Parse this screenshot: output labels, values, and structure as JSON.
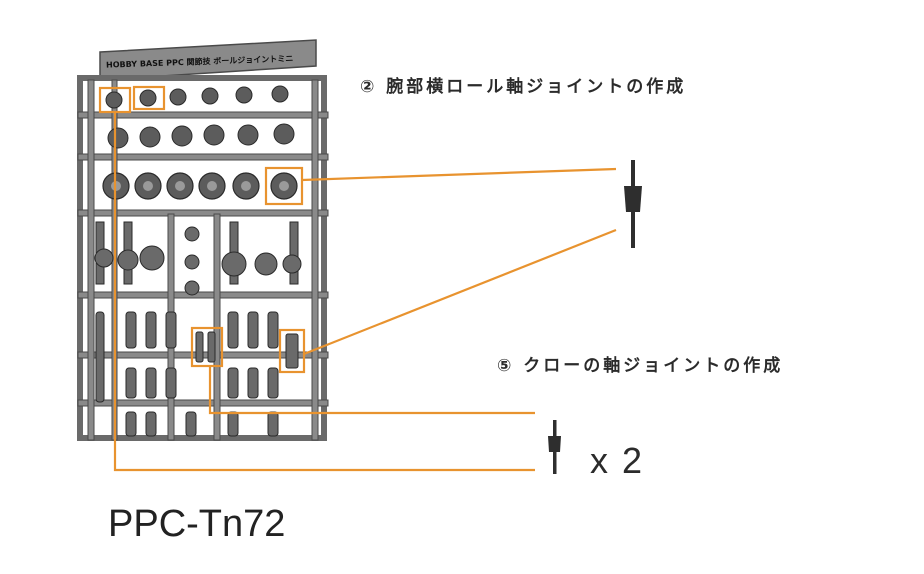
{
  "labels": {
    "step2": "② 腕部横ロール軸ジョイントの作成",
    "step5": "⑤ クローの軸ジョイントの作成",
    "quantity": "x 2",
    "part_code": "PPC-Tn72",
    "sprue_header": "HOBBY BASE PPC 関節技 ボールジョイントミニ"
  },
  "colors": {
    "callout": "#E8932F",
    "sprue_fill": "#8A8A8A",
    "sprue_edge": "#4A4A4A",
    "part_fill": "#5C5C5C",
    "joint_icon": "#2E2E2E"
  }
}
